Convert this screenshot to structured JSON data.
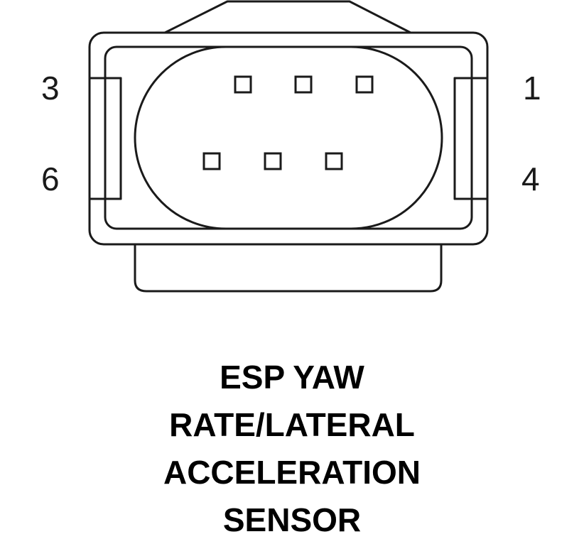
{
  "connector": {
    "pin_labels": {
      "top_left": "3",
      "bottom_left": "6",
      "top_right": "1",
      "bottom_right": "4"
    },
    "pin_count": 6
  },
  "title_lines": [
    "ESP YAW",
    "RATE/LATERAL",
    "ACCELERATION",
    "SENSOR"
  ],
  "colors": {
    "line": "#1a1a1a",
    "background": "#ffffff"
  }
}
